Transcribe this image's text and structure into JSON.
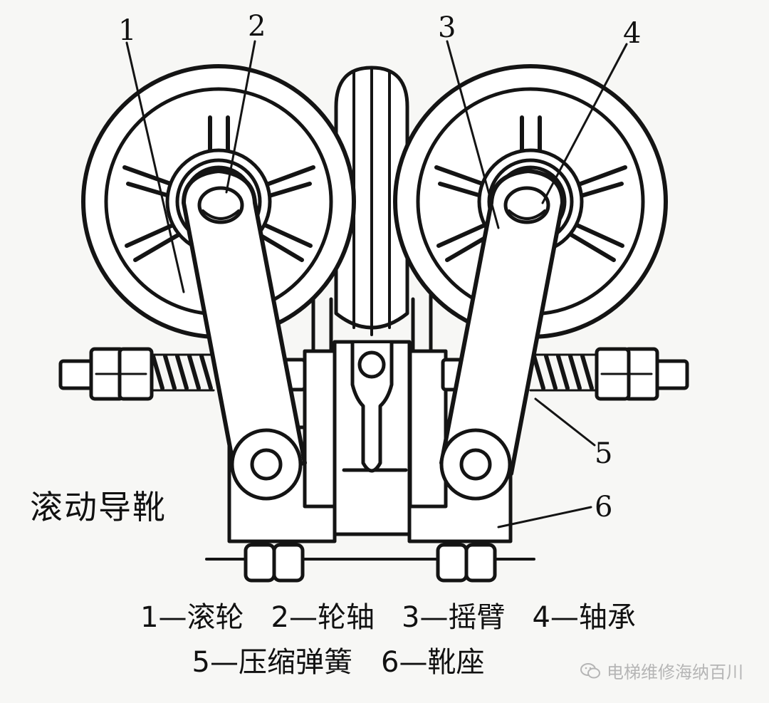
{
  "labels": {
    "n1": "1",
    "n2": "2",
    "n3": "3",
    "n4": "4",
    "n5": "5",
    "n6": "6"
  },
  "caption": "滚动导靴",
  "legend": [
    {
      "id": "1",
      "text": "1—滚轮"
    },
    {
      "id": "2",
      "text": "2—轮轴"
    },
    {
      "id": "3",
      "text": "3—摇臂"
    },
    {
      "id": "4",
      "text": "4—轴承"
    },
    {
      "id": "5",
      "text": "5—压缩弹簧"
    },
    {
      "id": "6",
      "text": "6—靴座"
    }
  ],
  "watermark": {
    "text": "电梯维修海纳百川",
    "icon": "wechat-icon"
  }
}
